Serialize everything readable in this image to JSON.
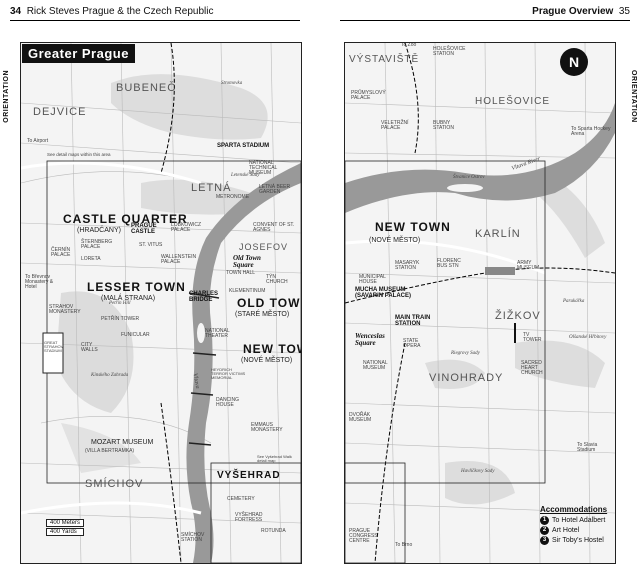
{
  "header": {
    "left_page": "34",
    "left_title": "Rick Steves Prague & the Czech Republic",
    "right_title": "Prague Overview",
    "right_page": "35"
  },
  "side_tabs": {
    "left": "ORIENTATION",
    "right": "ORIENTATION"
  },
  "map_title": "Greater Prague",
  "labels_left": {
    "bubenec": "BUBENEČ",
    "dejvice": "DEJVICE",
    "stromovka": "Stromovka",
    "letna": "LETNÁ",
    "letenske": "Letenské Sady",
    "castle_quarter": "CASTLE QUARTER",
    "hradcany": "(HRADČANY)",
    "prague_castle": "PRAGUE CASTLE",
    "lesser_town": "LESSER TOWN",
    "mala_strana": "(MALÁ STRANA)",
    "old_town": "OLD TOWN",
    "stare_mesto": "(STARÉ MĚSTO)",
    "josefov": "JOSEFOV",
    "new_town": "NEW TOWN",
    "nove_mesto": "(NOVÉ MĚSTO)",
    "smichov": "SMÍCHOV",
    "vysehrad": "VYŠEHRAD",
    "sparta": "SPARTA STADIUM",
    "natl_tech": "NATIONAL TECHNICAL MUSEUM",
    "letna_beer": "LETNÁ BEER GARDEN",
    "metronome": "METRONOME",
    "strahov": "STRAHOV MONASTERY",
    "petrin": "PETŘÍN TOWER",
    "petrin_hill": "Petřín Hill",
    "city_walls": "CITY WALLS",
    "great_strahov": "GREAT STRAHOV STADIUM",
    "funicular": "FUNICULAR",
    "charles": "CHARLES BRIDGE",
    "national_theater": "NATIONAL THEATER",
    "dancing": "DANCING HOUSE",
    "emmaus": "EMMAUS MONASTERY",
    "mozart": "MOZART MUSEUM",
    "villa": "(VILLA BERTRAMKA)",
    "vysehrad_fortress": "VYŠEHRAD FORTRESS",
    "cemetery": "CEMETERY",
    "rotunda": "ROTUNDA",
    "smichov_station": "SMÍCHOV STATION",
    "oldtown_sq": "Old Town Square",
    "wallenstein": "WALLENSTEIN PALACE",
    "st_vitus": "ST. VITUS",
    "lobkowicz": "LOBKOWICZ PALACE",
    "loreta": "LORETA",
    "cernin": "ČERNÍN PALACE",
    "sternberg": "ŠTERNBERG PALACE",
    "convent": "CONVENT OF ST. AGNES",
    "townhall": "TOWN HALL",
    "tyn": "TÝN CHURCH",
    "vltava": "Vltava",
    "kinskeho": "Kinského Zahrada",
    "see_detail": "See detail maps within this area",
    "see_vysehrad": "See Vyšehrad Walk detail map",
    "to_airport": "To Airport",
    "to_brevnov": "To Břevnov Monastery & Hotel",
    "heydrich": "HEYDRICH TERROR VICTIMS MEMORIAL",
    "klementinum": "KLEMENTINUM"
  },
  "labels_right": {
    "vystaviste": "VÝSTAVIŠTĚ",
    "holesovice": "HOLEŠOVICE",
    "holesovice_st": "HOLEŠOVICE STATION",
    "prumyslovy": "PRŮMYSLOVÝ PALACE",
    "veletrzni": "VELETRŽNÍ PALACE",
    "bubny": "BUBNY STATION",
    "karlin": "KARLÍN",
    "new_town": "NEW TOWN",
    "nove_mesto": "(NOVÉ MĚSTO)",
    "masaryk": "MASARYK STATION",
    "florenc": "FLORENC BUS STN",
    "army": "ARMY MUSEUM",
    "municipal": "MUNICIPAL HOUSE",
    "mucha": "MUCHA MUSEUM (SAVARIN PALACE)",
    "main_train": "MAIN TRAIN STATION",
    "wenceslas": "Wenceslas Square",
    "state_opera": "STATE OPERA",
    "zizkov": "ŽIŽKOV",
    "tv_tower": "TV TOWER",
    "national_museum": "NATIONAL MUSEUM",
    "vinohrady": "VINOHRADY",
    "sacred_heart": "SACRED HEART CHURCH",
    "dvorak": "DVOŘÁK MUSEUM",
    "stvanice": "Štvanice Ostrov",
    "vltava_river": "Vltava River",
    "parukarka": "Parukářka",
    "olsanske": "Olšanské Hřbitovy",
    "riegrovy": "Riegrovy Sady",
    "havlickovy": "Havlíčkovy Sady",
    "prague_congress": "PRAGUE CONGRESS CENTRE",
    "to_zoo": "To Zoo",
    "to_sparta": "To Sparta Hockey Arena",
    "to_slavia": "To Slavia Stadium",
    "to_brno": "To Brno"
  },
  "legend": {
    "title": "Accommodations",
    "items": [
      {
        "n": "1",
        "label": "To Hotel Adalbert"
      },
      {
        "n": "2",
        "label": "Art Hotel"
      },
      {
        "n": "3",
        "label": "Sir Toby's Hostel"
      }
    ]
  },
  "scale": {
    "meters": "400 Meters",
    "yards": "400 Yards"
  },
  "north": "N"
}
